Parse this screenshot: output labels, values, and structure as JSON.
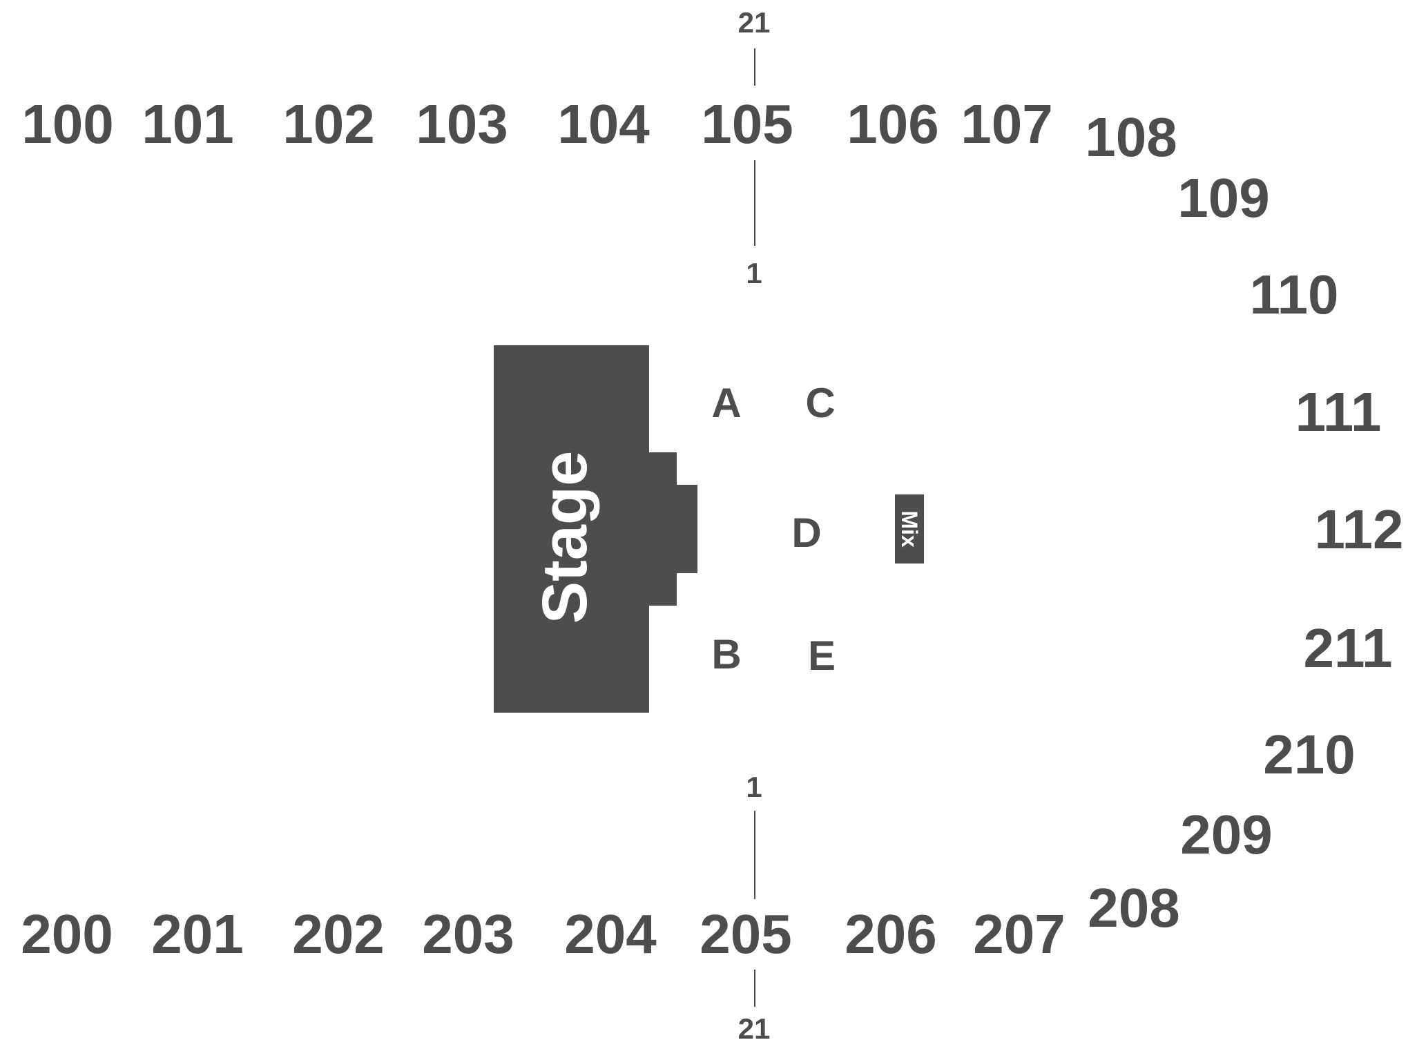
{
  "stage": {
    "label": "Stage"
  },
  "mix": {
    "label": "Mix"
  },
  "floor_sections": [
    "A",
    "B",
    "C",
    "D",
    "E"
  ],
  "upper_sections": [
    "100",
    "101",
    "102",
    "103",
    "104",
    "105",
    "106",
    "107",
    "108",
    "109",
    "110",
    "111",
    "112"
  ],
  "lower_sections": [
    "200",
    "201",
    "202",
    "203",
    "204",
    "205",
    "206",
    "207",
    "208",
    "209",
    "210",
    "211"
  ],
  "row_markers": {
    "upper_outer": "21",
    "upper_inner": "1",
    "lower_inner": "1",
    "lower_outer": "21"
  },
  "colors": {
    "shape_fill": "#4d4d4d",
    "text": "#4d4d4d",
    "stage_text": "#ffffff",
    "background": "#ffffff"
  }
}
